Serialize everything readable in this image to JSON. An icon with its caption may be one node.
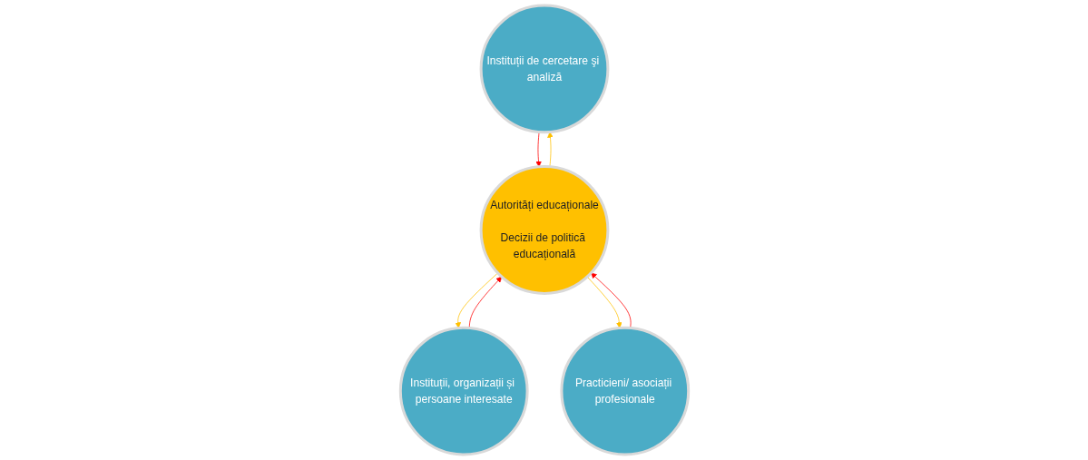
{
  "diagram": {
    "nodes": [
      {
        "text": [
          "Instituții de cercetare şi analiză"
        ]
      },
      {
        "text": [
          "Instituții, organizații și persoane interesate"
        ]
      },
      {
        "text": [
          "Autorități educaționale",
          "Decizii de politică educațională"
        ]
      },
      {
        "text": [
          "Practicieni/ asociații profesionale"
        ]
      }
    ],
    "edges": [
      {
        "from": 2,
        "to": 0,
        "arrow": "to",
        "color": "#ffc000"
      },
      {
        "from": 0,
        "to": 2,
        "arrow": "to",
        "color": "#ff0000"
      },
      {
        "from": 1,
        "to": 2,
        "arrow": "to",
        "color": "#ff0000"
      },
      {
        "from": 2,
        "to": 1,
        "arrow": "to",
        "color": "#ffc000"
      },
      {
        "from": 3,
        "to": 2,
        "arrow": "to",
        "color": "#ff0000"
      },
      {
        "from": 2,
        "to": 3,
        "arrow": "to",
        "color": "#ffc000"
      }
    ]
  }
}
